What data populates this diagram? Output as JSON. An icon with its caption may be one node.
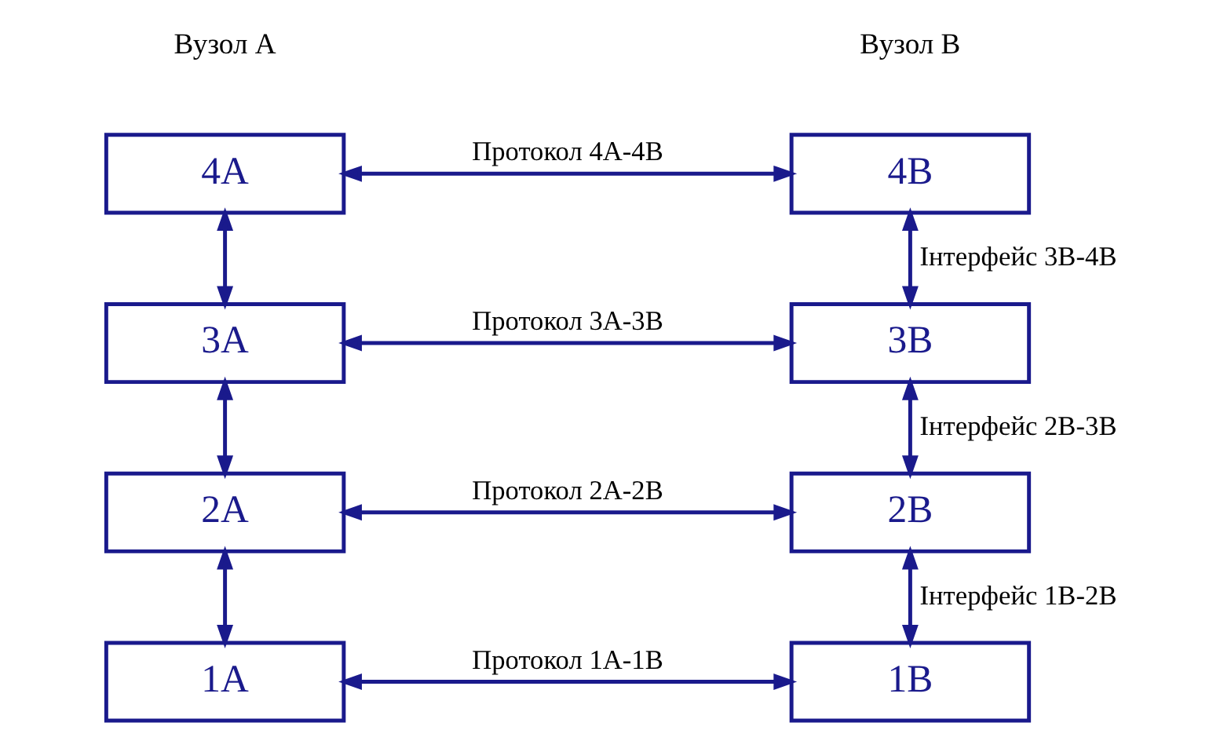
{
  "diagram": {
    "nodes": [
      {
        "text": [
          "4А"
        ]
      },
      {
        "text": [
          "4В"
        ]
      },
      {
        "text": [
          "3А"
        ]
      },
      {
        "text": [
          "3В"
        ]
      },
      {
        "text": [
          "2А"
        ]
      },
      {
        "text": [
          "2В"
        ]
      },
      {
        "text": [
          "1А"
        ]
      },
      {
        "text": [
          "1В"
        ]
      }
    ],
    "edges": [
      {
        "from": 0,
        "to": 1,
        "arrow": "both",
        "label": "Протокол 4А-4В"
      },
      {
        "from": 0,
        "to": 2,
        "arrow": "both"
      },
      {
        "from": 1,
        "to": 3,
        "arrow": "both",
        "label": "Інтерфейс 3В-4В"
      },
      {
        "from": 2,
        "to": 3,
        "arrow": "both",
        "label": "Протокол 3А-3В"
      },
      {
        "from": 2,
        "to": 4,
        "arrow": "both"
      },
      {
        "from": 3,
        "to": 5,
        "arrow": "both",
        "label": "Інтерфейс 2В-3В"
      },
      {
        "from": 4,
        "to": 5,
        "arrow": "both",
        "label": "Протокол 2А-2В"
      },
      {
        "from": 4,
        "to": 6,
        "arrow": "both"
      },
      {
        "from": 5,
        "to": 7,
        "arrow": "both",
        "label": "Інтерфейс 1В-2В"
      },
      {
        "from": 6,
        "to": 7,
        "arrow": "both",
        "label": "Протокол 1А-1В"
      }
    ],
    "labels": [
      "Вузол А",
      "Вузол В"
    ]
  }
}
